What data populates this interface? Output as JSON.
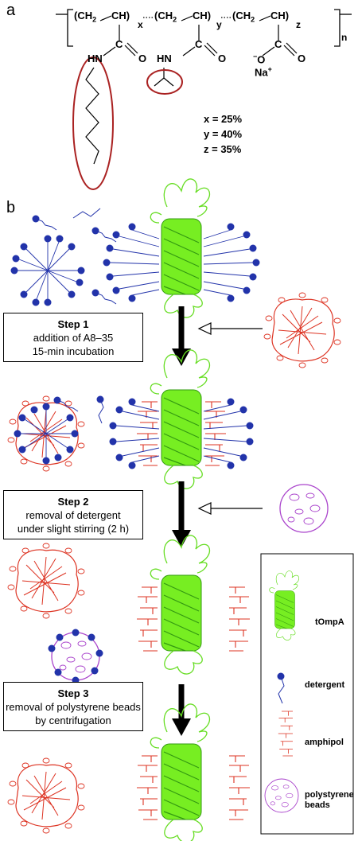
{
  "panel_a": {
    "label": "a",
    "formula": {
      "ch2": "(CH",
      "ch2_sub": "2",
      "ch": "CH)",
      "x": "x",
      "y": "y",
      "z": "z",
      "n": "n",
      "hn": "HN",
      "c": "C",
      "o": "O",
      "o_minus": "O",
      "na": "Na",
      "plus": "+",
      "minus": "−"
    },
    "composition": {
      "x": "x = 25%",
      "y": "y = 40%",
      "z": "z = 35%"
    }
  },
  "panel_b": {
    "label": "b",
    "steps": [
      {
        "title": "Step 1",
        "line1": "addition of A8–35",
        "line2": "15-min incubation"
      },
      {
        "title": "Step 2",
        "line1": "removal of detergent",
        "line2": "under slight stirring (2 h)"
      },
      {
        "title": "Step 3",
        "line1": "removal of polystyrene beads",
        "line2": "by centrifugation"
      }
    ],
    "legend": {
      "tompa": "tOmpA",
      "detergent": "detergent",
      "amphipol": "amphipol",
      "beads_line1": "polystyrene",
      "beads_line2": "beads"
    }
  },
  "colors": {
    "protein": "#66dd22",
    "detergent": "#2233aa",
    "amphipol": "#dd3322",
    "beads": "#aa44cc",
    "oval": "#aa2222"
  }
}
